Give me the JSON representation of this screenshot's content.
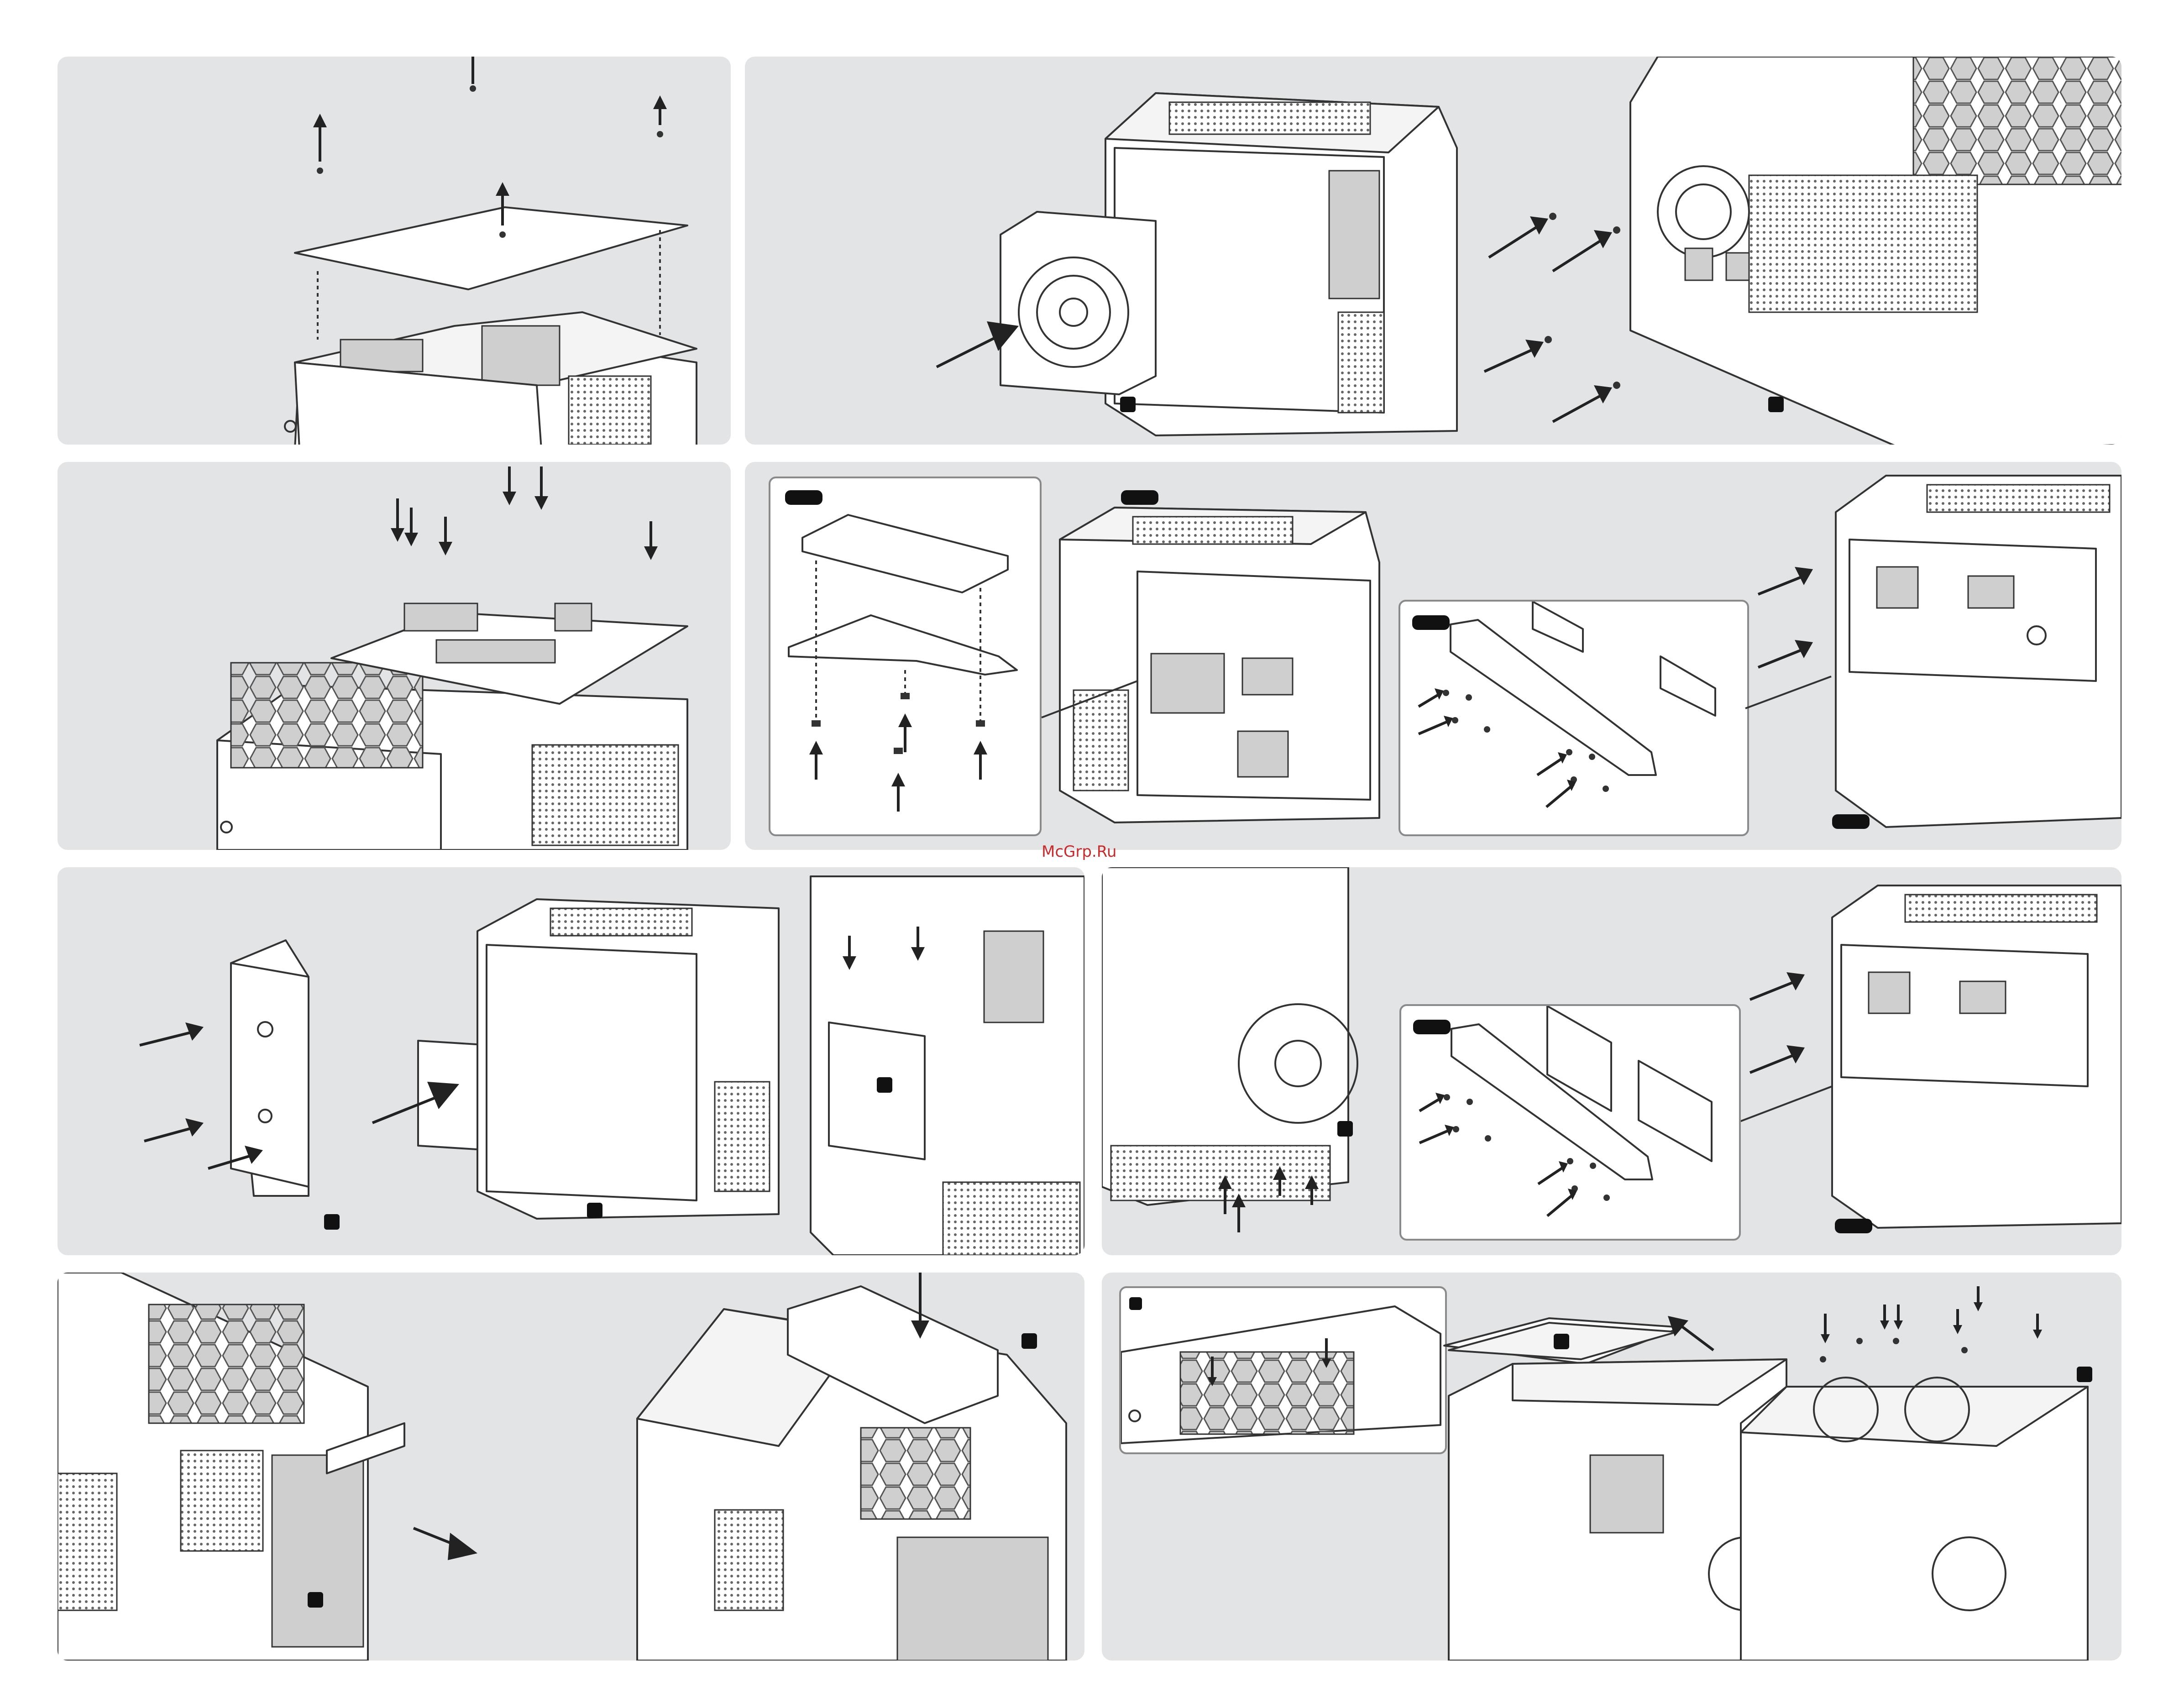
{
  "watermark": {
    "text": "McGrp.Ru"
  },
  "colors": {
    "panel": "#e3e4e5",
    "ink": "#333333",
    "badge": "#111111",
    "watermark": "#cc2a2a"
  },
  "steps": [
    {
      "id": "remove-top-panel",
      "icons": [
        "screw-icon",
        "arrow-up-icon"
      ]
    },
    {
      "id": "install-psu",
      "icons": [
        "power-supply-icon",
        "screw-icon",
        "arrow-icon"
      ]
    },
    {
      "id": "install-motherboard",
      "icons": [
        "motherboard-icon",
        "screw-icon",
        "arrow-down-icon"
      ]
    },
    {
      "id": "install-ssd",
      "icons": [
        "ssd-icon",
        "bracket-icon",
        "screw-icon"
      ]
    },
    {
      "id": "install-hdd-cover",
      "icons": [
        "drive-cover-icon",
        "screw-icon",
        "arrow-icon"
      ]
    },
    {
      "id": "install-3-5-drive",
      "icons": [
        "hdd-icon",
        "bracket-icon",
        "screw-icon"
      ]
    },
    {
      "id": "install-expansion-card",
      "icons": [
        "graphics-card-icon",
        "arrow-icon"
      ]
    },
    {
      "id": "install-top-fans",
      "icons": [
        "fan-icon",
        "dust-filter-icon",
        "screw-icon"
      ]
    }
  ]
}
